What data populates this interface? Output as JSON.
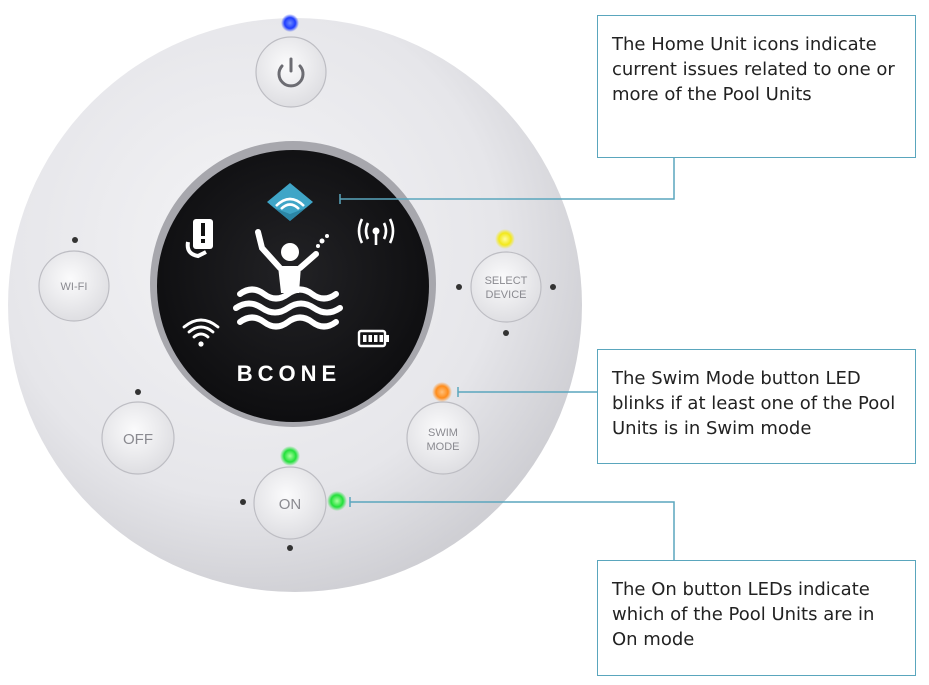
{
  "device": {
    "brand": "BCONE",
    "buttons": {
      "wifi": "WI-FI",
      "select_device_line1": "SELECT",
      "select_device_line2": "DEVICE",
      "off": "OFF",
      "swim_mode_line1": "SWIM",
      "swim_mode_line2": "MODE",
      "on": "ON"
    },
    "icons": [
      "power-icon",
      "pool-unit-logo-icon",
      "phone-alert-icon",
      "antenna-icon",
      "swimmer-icon",
      "wifi-signal-icon",
      "battery-icon"
    ],
    "leds": {
      "power": "#1e3cff",
      "select_device": "#f2e81a",
      "swim_mode": "#ff8c1a",
      "on_top": "#22e03a",
      "on_right": "#22e03a"
    }
  },
  "callouts": {
    "home_unit_icons": "The Home Unit icons indicate current issues related to one or more of the Pool Units",
    "swim_mode_led": "The Swim Mode button LED blinks if at least one of the Pool Units is in Swim mode",
    "on_button_leds": "The On button LEDs indicate which of the Pool Units are in On mode"
  },
  "colors": {
    "callout_border": "#5aa6bd",
    "leader_line": "#5aa6bd"
  }
}
